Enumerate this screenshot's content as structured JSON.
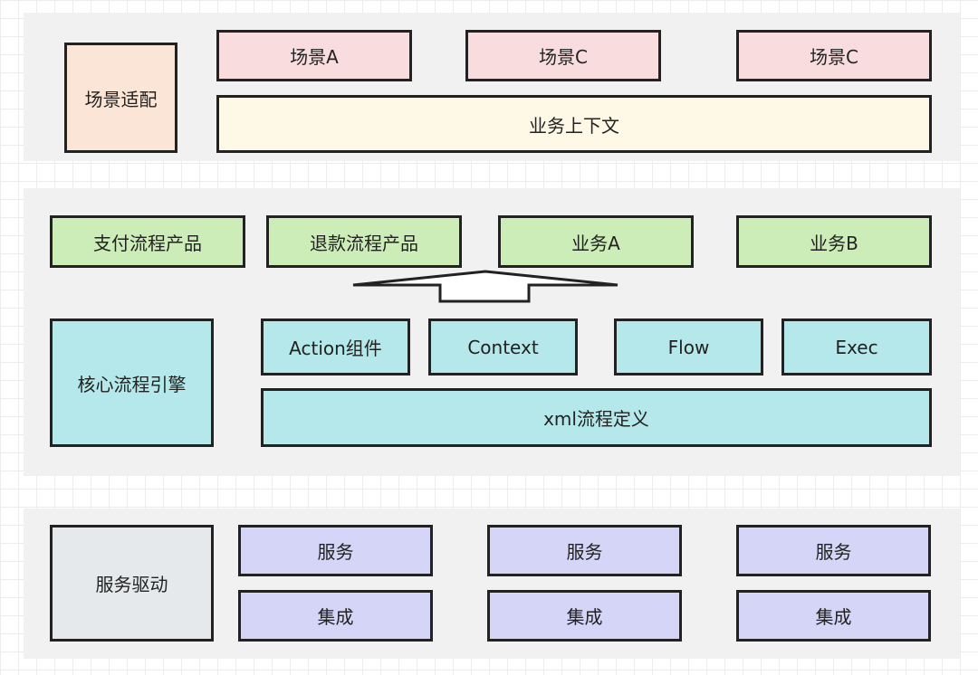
{
  "layers": {
    "scene": {
      "label": "场景适配",
      "items": [
        "场景A",
        "场景C",
        "场景C"
      ],
      "context": "业务上下文"
    },
    "engine": {
      "label": "核心流程引擎",
      "products": [
        "支付流程产品",
        "退款流程产品",
        "业务A",
        "业务B"
      ],
      "components": [
        "Action组件",
        "Context",
        "Flow",
        "Exec"
      ],
      "definition": "xml流程定义"
    },
    "service": {
      "label": "服务驱动",
      "services": [
        "服务",
        "服务",
        "服务"
      ],
      "integrations": [
        "集成",
        "集成",
        "集成"
      ]
    }
  },
  "colors": {
    "layer_bg": "#f1f1f1",
    "scene_box": "#f9dcdd",
    "scene_label": "#fbe5d6",
    "context_box": "#fdf9e6",
    "product_box": "#cdedb8",
    "engine_box": "#b4e8ea",
    "service_box": "#d4d5f7",
    "service_label": "#e6e9ec"
  },
  "icons": {
    "arrow": "up-arrow"
  }
}
